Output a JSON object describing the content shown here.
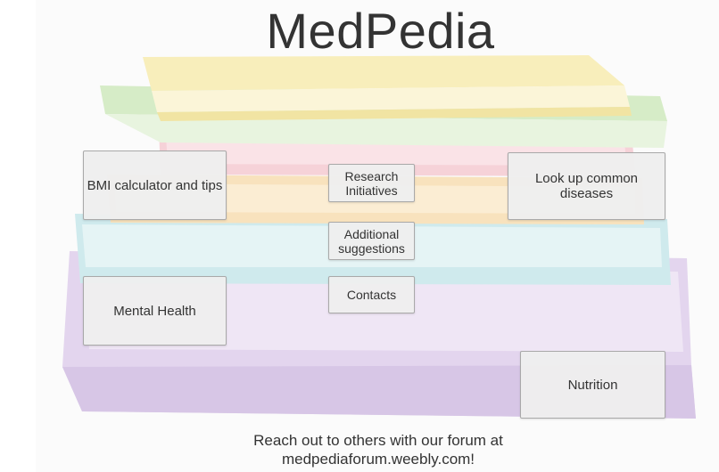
{
  "site": {
    "title": "MedPedia"
  },
  "buttons": {
    "bmi": "BMI calculator and tips",
    "research": "Research Initiatives",
    "suggestions": "Additional suggestions",
    "contacts": "Contacts",
    "diseases": "Look up common diseases",
    "mental_health": "Mental Health",
    "nutrition": "Nutrition"
  },
  "footer": {
    "line1": "Reach out to others with our forum at",
    "line2": "medpediaforum.weebly.com!"
  },
  "background": {
    "image": "stack-of-books",
    "colors": [
      "#f7eaa0",
      "#c9e7b8",
      "#f3c4cc",
      "#f4d6a8",
      "#bfe3e6",
      "#dccbe8"
    ]
  }
}
